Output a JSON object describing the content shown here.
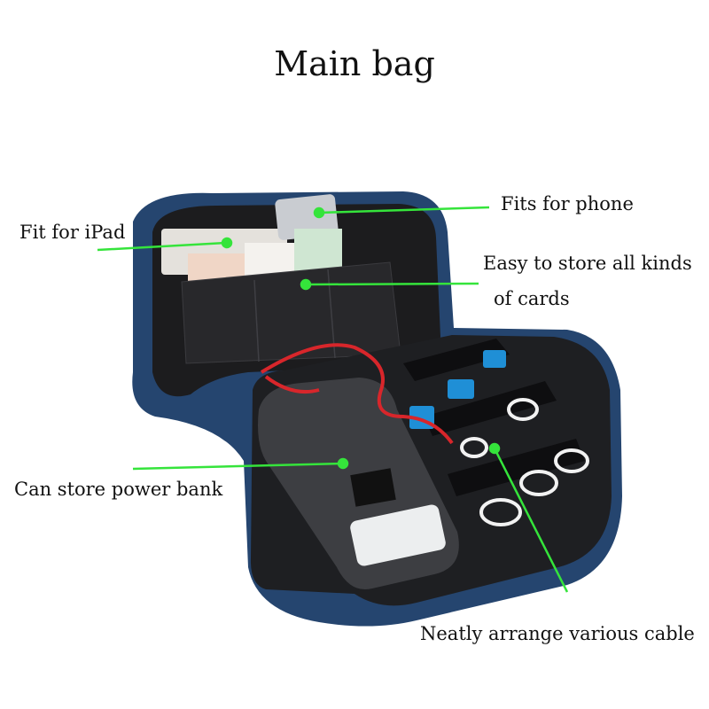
{
  "title": "Main bag",
  "labels": {
    "ipad": "Fit for iPad",
    "phone": "Fits for phone",
    "cards_line1": "Easy to store all kinds",
    "cards_line2": "of cards",
    "power_bank": "Can store power bank",
    "cable": "Neatly arrange various cable"
  },
  "colors": {
    "pointer": "#35e43b",
    "bag_outer": "#25456f",
    "bag_inner": "#1c1c1e",
    "cable_red": "#d8262b",
    "cable_white": "#f2f2f2",
    "connector_blue": "#1f8fd6"
  }
}
